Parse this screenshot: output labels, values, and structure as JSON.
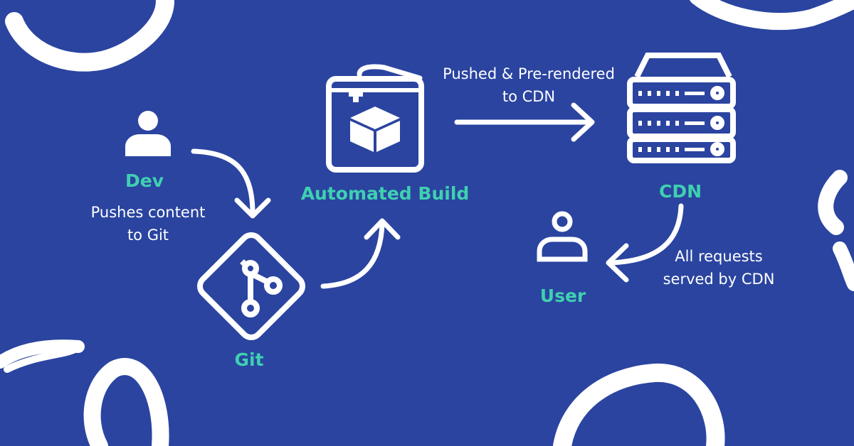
{
  "nodes": {
    "dev": "Dev",
    "git": "Git",
    "build": "Automated Build",
    "cdn": "CDN",
    "user": "User"
  },
  "edges": {
    "dev_to_git": [
      "Pushes content",
      "to Git"
    ],
    "build_to_cdn": [
      "Pushed & Pre-rendered",
      "to CDN"
    ],
    "cdn_to_user": [
      "All requests",
      "served by CDN"
    ]
  },
  "icons": {
    "dev": "person-icon",
    "git": "git-icon",
    "build": "3d-printer-box-icon",
    "cdn": "server-rack-icon",
    "user": "user-outline-icon"
  },
  "colors": {
    "background": "#2a44a0",
    "label": "#3fd0b0",
    "foreground": "#ffffff"
  }
}
